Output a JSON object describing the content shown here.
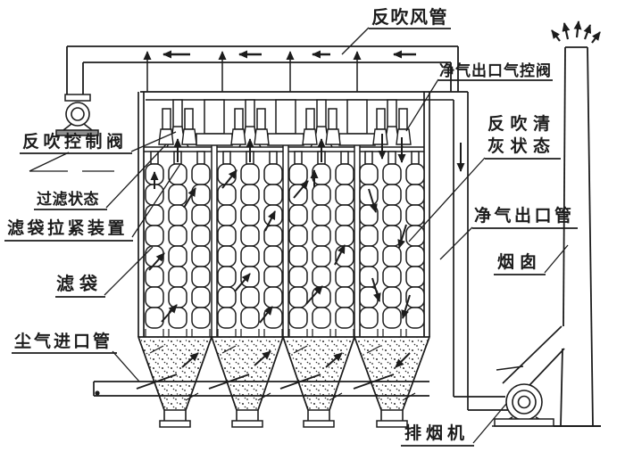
{
  "labels": {
    "blowback_pipe": "反吹风管",
    "clean_gas_outlet_air_valve": "净气出口气控阀",
    "blowback_cleaning_state_l1": "反吹清",
    "blowback_cleaning_state_l2": "灰状态",
    "clean_gas_outlet_pipe": "净气出口管",
    "chimney": "烟囱",
    "exhaust_fan": "排烟机",
    "blowback_control_valve": "反吹控制阀",
    "filtering_state": "过滤状态",
    "bag_tensioning_device": "滤袋拉紧装置",
    "filter_bag": "滤袋",
    "dust_gas_inlet_pipe": "尘气进口管"
  },
  "colors": {
    "ink": "#1c1c1c",
    "background": "#ffffff",
    "fan_base": "#8f8f8f"
  }
}
